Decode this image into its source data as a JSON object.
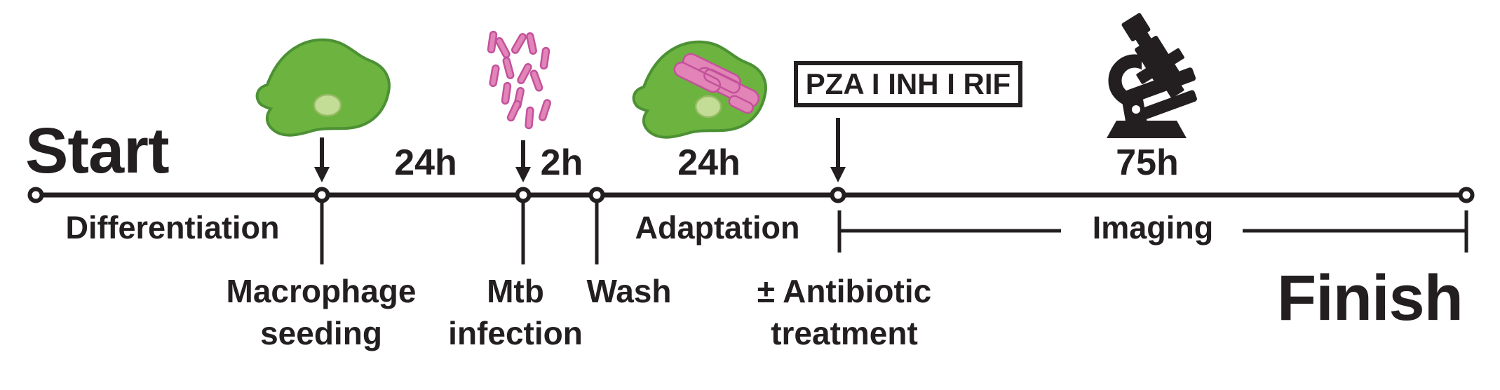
{
  "colors": {
    "ink": "#231f20",
    "cell_fill": "#6cb33f",
    "cell_stroke": "#4c9134",
    "nucleus_fill": "#c3dc96",
    "nucleus_stroke": "#94bb62",
    "bacteria_fill": "#e284b7",
    "bacteria_stroke": "#c3529b"
  },
  "timeline": {
    "start_label": "Start",
    "finish_label": "Finish",
    "durations": {
      "seeding_to_infection": "24h",
      "infection": "2h",
      "adaptation": "24h",
      "imaging": "75h"
    },
    "phases": {
      "differentiation": "Differentiation",
      "adaptation": "Adaptation",
      "imaging": "Imaging"
    },
    "events": {
      "macrophage_seeding": {
        "line1": "Macrophage",
        "line2": "seeding"
      },
      "mtb_infection": {
        "line1": "Mtb",
        "line2": "infection"
      },
      "wash": {
        "line1": "Wash",
        "line2": ""
      },
      "antibiotic_treatment": {
        "line1": "± Antibiotic",
        "line2": "treatment"
      }
    },
    "antibiotics_box": "PZA I INH I RIF"
  }
}
